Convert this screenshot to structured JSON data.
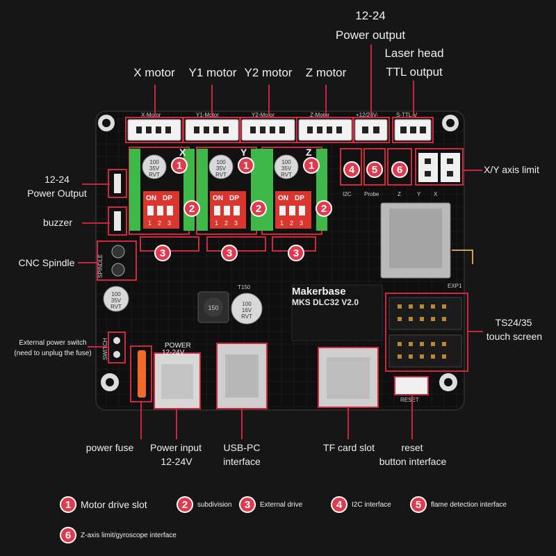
{
  "labels": {
    "power_output_top_1": "12-24",
    "power_output_top_2": "Power output",
    "laser_head_1": "Laser head",
    "laser_head_2": "TTL output",
    "x_motor": "X motor",
    "y1_motor": "Y1 motor",
    "y2_motor": "Y2 motor",
    "z_motor": "Z motor",
    "power_output_left_1": "12-24",
    "power_output_left_2": "Power Output",
    "buzzer": "buzzer",
    "cnc_spindle": "CNC Spindle",
    "ext_power_switch_1": "External power switch",
    "ext_power_switch_2": "(need to unplug the fuse)",
    "xy_axis_limit": "X/Y axis limit",
    "ts_touch_1": "TS24/35",
    "ts_touch_2": "touch screen",
    "power_fuse": "power fuse",
    "power_input_1": "Power input",
    "power_input_2": "12-24V",
    "usb_pc_1": "USB-PC",
    "usb_pc_2": "interface",
    "tf_card": "TF card slot",
    "reset_1": "reset",
    "reset_2": "button interface"
  },
  "board": {
    "brand": "Makerbase",
    "model": "MKS DLC32 V2.0",
    "connectors": {
      "x_motor": "X-Motor",
      "y1_motor": "Y1-Motor",
      "y2_motor": "Y2-Motor",
      "z_motor": "Z-Motor",
      "power_12_24": "+12/24V-",
      "ttl": "S-TTL-V",
      "i2c": "I2C",
      "probe": "Probe",
      "z": "Z",
      "y": "Y",
      "x": "X",
      "exp1": "EXP1",
      "power_in": "POWER",
      "power_in_range": "12-24V",
      "switch": "SWITCH",
      "spindle": "SPINDLE",
      "reset": "RESET"
    },
    "driver_letters": [
      "X",
      "Y",
      "Z"
    ],
    "dip_label_on": "ON",
    "dip_label_dp": "DP",
    "dip_numbers": [
      "1",
      "2",
      "3"
    ],
    "cap_text": [
      "100",
      "35V",
      "RVT"
    ],
    "cap_big_text": [
      "100",
      "16V",
      "RVT"
    ],
    "inductor_text": "150",
    "chip_text": "T150"
  },
  "badges": [
    "1",
    "2",
    "3",
    "4",
    "5",
    "6"
  ],
  "legend": [
    {
      "num": "1",
      "text": "Motor drive slot"
    },
    {
      "num": "2",
      "text": "subdivision"
    },
    {
      "num": "3",
      "text": "External drive"
    },
    {
      "num": "4",
      "text": "I2C interface"
    },
    {
      "num": "5",
      "text": "flame detection interface"
    },
    {
      "num": "6",
      "text": "Z-axis limit/gyroscope interface"
    }
  ],
  "colors": {
    "board": "#0d0d0d",
    "accent_red": "#e03a4e",
    "line_red": "#c8283c",
    "header_green": "#3fb84a",
    "dip_red": "#d9362f",
    "copper": "#b5883a"
  }
}
